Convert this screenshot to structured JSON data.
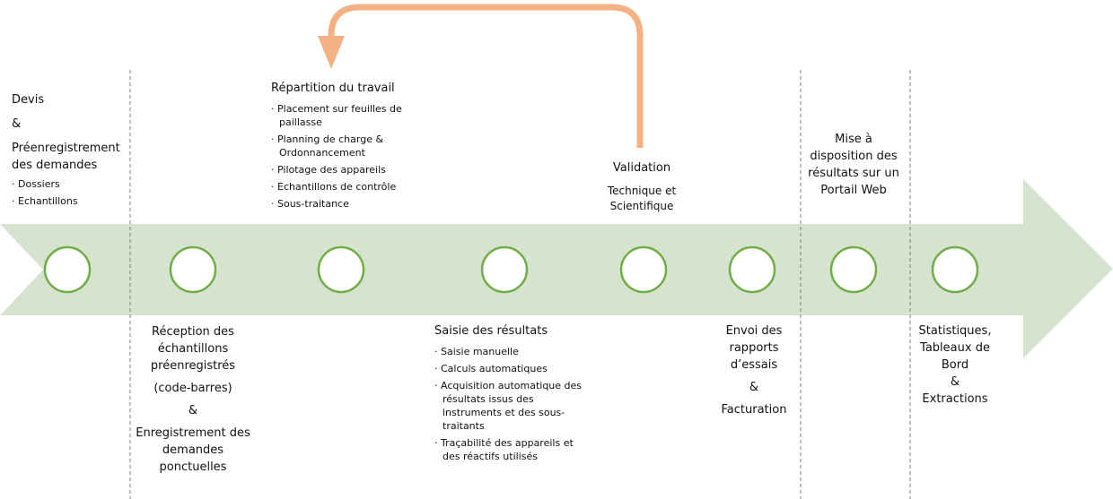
{
  "colors": {
    "band": "#d6e4cf",
    "circle": "#70ad47",
    "loop": "#f4b183",
    "divider": "#7f7f7f"
  },
  "steps": {
    "devis": {
      "lines": [
        "Devis",
        "&",
        "Préenregistrement des demandes"
      ],
      "bullets": [
        "Dossiers",
        "Echantillons"
      ]
    },
    "reception": {
      "lines": [
        "Réception des échantillons préenregistrés",
        "(code-barres)",
        "&",
        "Enregistrement des demandes ponctuelles"
      ]
    },
    "repartition": {
      "title": "Répartition du travail",
      "bullets": [
        "Placement sur feuilles de paillasse",
        "Planning de charge & Ordonnancement",
        "Pilotage des appareils",
        "Echantillons de contrôle",
        "Sous-traitance"
      ]
    },
    "saisie": {
      "title": "Saisie des résultats",
      "bullets": [
        "Saisie manuelle",
        "Calculs automatiques",
        "Acquisition automatique des résultats issus des instruments et des sous-traitants",
        "Traçabilité des appareils et des réactifs utilisés"
      ]
    },
    "validation": {
      "title": "Validation",
      "subtitle": "Technique et Scientifique"
    },
    "envoi": {
      "lines": [
        "Envoi des rapports d’essais",
        "&",
        "Facturation"
      ]
    },
    "portail": {
      "lines": [
        "Mise à disposition des résultats sur un Portail Web"
      ]
    },
    "stats": {
      "lines": [
        "Statistiques, Tableaux de Bord",
        "&",
        "Extractions"
      ]
    }
  }
}
